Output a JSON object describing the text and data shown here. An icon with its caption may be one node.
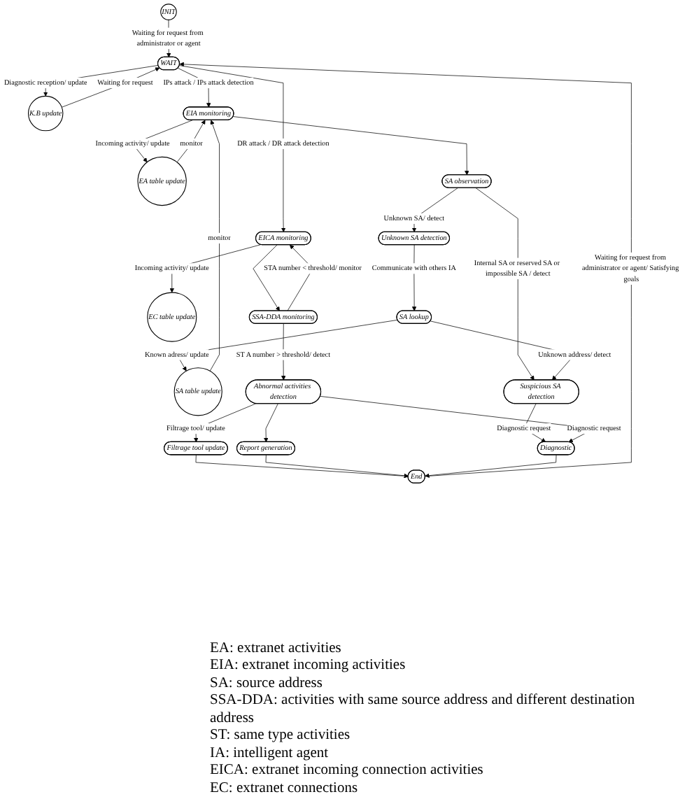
{
  "diagram": {
    "nodes": [
      {
        "text": [
          "INIT"
        ]
      },
      {
        "text": [
          "K.B update"
        ]
      },
      {
        "text": [
          "WAIT"
        ]
      },
      {
        "text": [
          "EA table update"
        ]
      },
      {
        "text": [
          "SA table update"
        ]
      },
      {
        "text": [
          "EC table update"
        ]
      },
      {
        "text": [
          "EICA monitoring"
        ]
      },
      {
        "text": [
          "EIA monitoring"
        ]
      },
      {
        "text": [
          "SSA-DDA monitoring"
        ]
      },
      {
        "text": [
          "SA observation"
        ]
      },
      {
        "text": [
          "Unknown SA detection"
        ]
      },
      {
        "text": [
          "SA lookup"
        ]
      },
      {
        "text": [
          "Abnormal activities detection"
        ]
      },
      {
        "text": [
          "Suspicious SA detection"
        ]
      },
      {
        "text": [
          "Diagnostic"
        ]
      },
      {
        "text": [
          "Filtrage tool update"
        ]
      },
      {
        "text": [
          "Report generation"
        ]
      },
      {
        "text": [
          "End"
        ]
      }
    ],
    "edges": [
      {
        "from": 0,
        "to": 2,
        "arrow": "to",
        "label": "Waiting for request from administrator or agent"
      },
      {
        "from": 1,
        "to": 2,
        "arrow": "to",
        "label": "Waiting for request"
      },
      {
        "from": 2,
        "to": 1,
        "arrow": "to",
        "label": "Diagnostic reception/ update"
      },
      {
        "from": 2,
        "to": 6,
        "arrow": "to",
        "label": "DR attack / DR attack detection"
      },
      {
        "from": 2,
        "to": 7,
        "arrow": "to",
        "label": "IPs attack / IPs attack detection"
      },
      {
        "from": 7,
        "to": 3,
        "arrow": "to",
        "label": "Incoming activity/ update"
      },
      {
        "from": 3,
        "to": 7,
        "arrow": "to",
        "label": "monitor"
      },
      {
        "from": 4,
        "to": 7,
        "arrow": "to",
        "label": "monitor"
      },
      {
        "from": 11,
        "to": 4,
        "arrow": "to",
        "label": "Known adress/ update"
      },
      {
        "from": 6,
        "to": 5,
        "arrow": "to",
        "label": "Incoming activity/ update"
      },
      {
        "from": 6,
        "to": 8,
        "arrow": "to"
      },
      {
        "from": 8,
        "to": 6,
        "arrow": "to",
        "label": "STA number < threshold/ monitor"
      },
      {
        "from": 8,
        "to": 12,
        "arrow": "to",
        "label": "ST A number > threshold/ detect"
      },
      {
        "from": 7,
        "to": 9,
        "arrow": "to"
      },
      {
        "from": 9,
        "to": 10,
        "arrow": "to",
        "label": "Unknown SA/ detect"
      },
      {
        "from": 10,
        "to": 11,
        "arrow": "to",
        "label": "Communicate with others IA"
      },
      {
        "from": 9,
        "to": 13,
        "arrow": "to",
        "label": "Internal SA or reserved SA or impossible SA / detect"
      },
      {
        "from": 11,
        "to": 13,
        "arrow": "to",
        "label": "Unknown address/ detect"
      },
      {
        "from": 13,
        "to": 14,
        "arrow": "to",
        "label": "Diagnostic request"
      },
      {
        "from": 12,
        "to": 14,
        "arrow": "to",
        "label": "Diagnostic request"
      },
      {
        "from": 12,
        "to": 15,
        "arrow": "to",
        "label": "Filtrage tool/ update"
      },
      {
        "from": 12,
        "to": 16,
        "arrow": "to"
      },
      {
        "from": 15,
        "to": 17,
        "arrow": "to"
      },
      {
        "from": 16,
        "to": 17,
        "arrow": "to"
      },
      {
        "from": 14,
        "to": 17,
        "arrow": "to"
      },
      {
        "from": 17,
        "to": 2,
        "arrow": "to",
        "label": "Waiting for request from administrator or agent/ Satisfying goals"
      }
    ],
    "labels": [
      "EA: extranet activities",
      "EIA: extranet incoming activities",
      "SA: source address",
      "SSA-DDA: activities with same source address and different destination address",
      "ST: same type activities",
      "IA: intelligent agent",
      "EICA: extranet incoming connection activities",
      "EC: extranet connections"
    ]
  }
}
